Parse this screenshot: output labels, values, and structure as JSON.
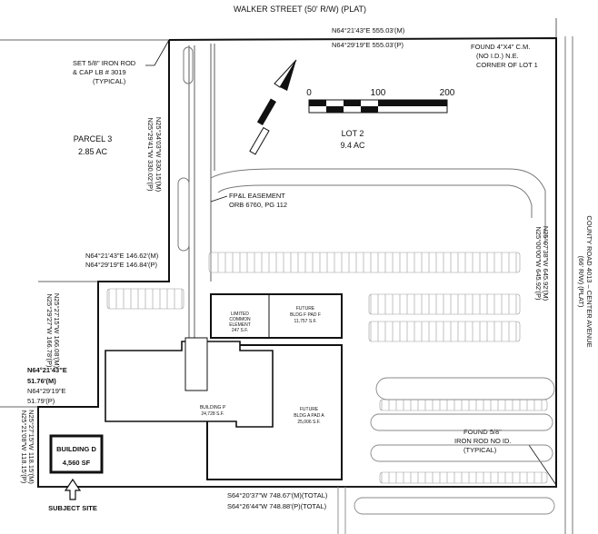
{
  "street_top": "WALKER STREET (50' R/W) (PLAT)",
  "county_road": [
    "COUNTY ROAD 4013 – CENTER AVENUE",
    "(66' R/W) (PLAT)"
  ],
  "top_bearing_m": "N64°21'43\"E 555.03'(M)",
  "top_bearing_p": "N64°29'19\"E 555.03'(P)",
  "found_cm": [
    "FOUND 4\"X4\" C.M.",
    "(NO I.D.) N.E.",
    "CORNER OF LOT 1"
  ],
  "iron_rod": [
    "SET 5/8\" IRON ROD",
    "& CAP LB # 3019",
    "(TYPICAL)"
  ],
  "scale": {
    "zero": "0",
    "mid": "100",
    "end": "200"
  },
  "parcel3": {
    "name": "PARCEL 3",
    "area": "2.85 AC"
  },
  "lot2": {
    "name": "LOT 2",
    "area": "9.4 AC"
  },
  "left_bearing_m": "N25°34'03\"W 330.15'(M)",
  "left_bearing_p": "N25°29'41\"W 330.02'(P)",
  "easement": [
    "FP&L EASEMENT",
    "ORB 6760, PG 112"
  ],
  "mid_bearing_m": "N64°21'43\"E 146.62'(M)",
  "mid_bearing_p": "N64°29'19\"E 146.84'(P)",
  "right_bearing_m": "N25°07'38\"W 645.92'(M)",
  "right_bearing_p": "N25°00'00\"W 645.92'(P)",
  "left2_bearing_m": "N25°27'15\"W 166.08'(M)",
  "left2_bearing_p": "N25°29'27\"W 166.78'(P)",
  "limited_common": [
    "LIMITED",
    "COMMON",
    "ELEMENT",
    "247 S.F."
  ],
  "future_pad_f": [
    "FUTURE",
    "BLDG F PAD F",
    "11,757 S.F."
  ],
  "future_pad_a": [
    "FUTURE",
    "BLDG A PAD A",
    "25,006 S.F."
  ],
  "building_p": [
    "BUILDING P",
    "24,728 S.F."
  ],
  "lower_bearing_m": "N64°21'43\"E",
  "lower_bearing_m2": "51.76'(M)",
  "lower_bearing_p": "N64°29'19\"E",
  "lower_bearing_p2": "51.79'(P)",
  "left3_bearing_m": "N25°27'15\"W 118.15'(M)",
  "left3_bearing_p": "N25°21'08\"W 118.15'(P)",
  "building_d": {
    "name": "BUILDING D",
    "area": "4,560 SF"
  },
  "subject_site": "SUBJECT SITE",
  "found_rod": [
    "FOUND 5/8\"",
    "IRON ROD NO ID.",
    "(TYPICAL)"
  ],
  "bottom_bearing_m": "S64°20'37\"W 748.67'(M)(TOTAL)",
  "bottom_bearing_p": "S64°26'44\"W 748.88'(P)(TOTAL)",
  "colors": {
    "ink": "#111111",
    "paper": "#ffffff",
    "line_gray": "#777777"
  }
}
